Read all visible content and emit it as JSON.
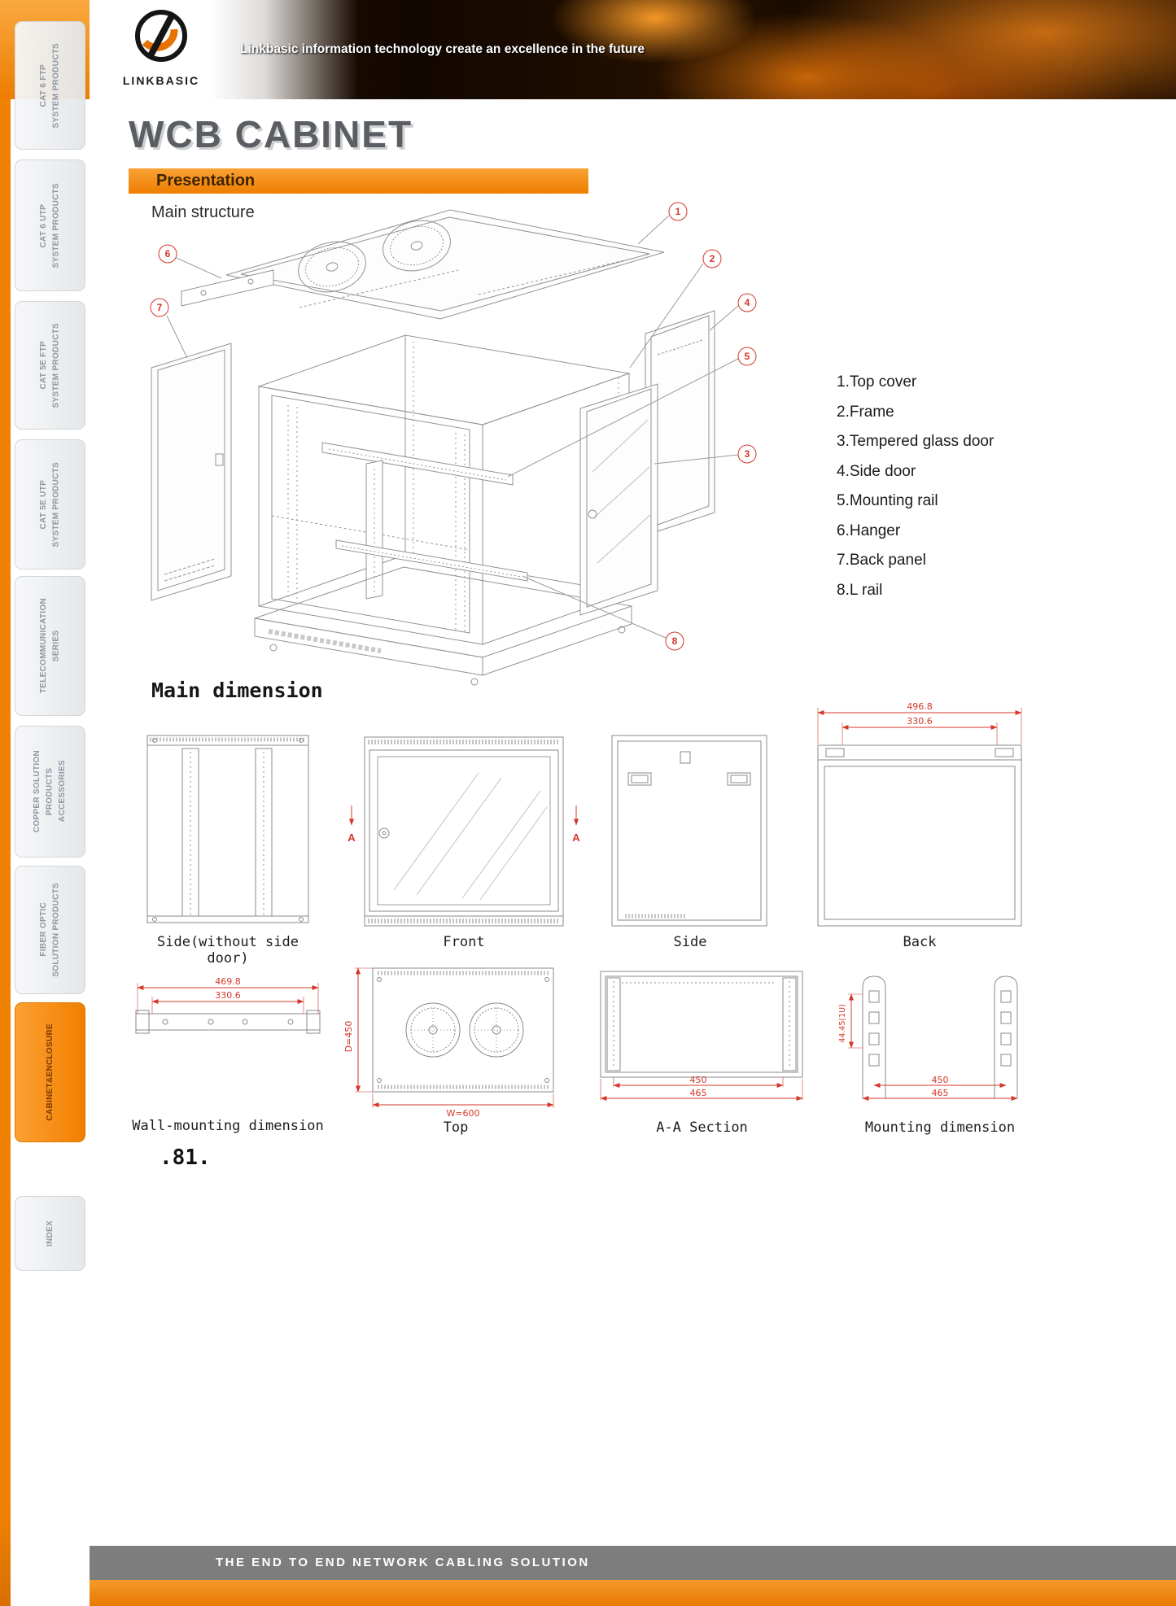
{
  "colors": {
    "orange": "#ef8200",
    "red": "#d4372a"
  },
  "header": {
    "logo_text": "LINKBASIC",
    "tagline": "Linkbasic information technology create an excellence in the future"
  },
  "sidebar": {
    "items": [
      {
        "label": "CAT 6 FTP\nSYSTEM PRODUCTS",
        "active": false
      },
      {
        "label": "CAT 6 UTP\nSYSTEM PRODUCTS",
        "active": false
      },
      {
        "label": "CAT 5E FTP\nSYSTEM PRODUCTS",
        "active": false
      },
      {
        "label": "CAT 5E UTP\nSYSTEM PRODUCTS",
        "active": false
      },
      {
        "label": "TELECOMMUNICATION\nSERIES",
        "active": false
      },
      {
        "label": "COPPER SOLUTION\nPRODUCTS\nACCESSORIES",
        "active": false
      },
      {
        "label": "FIBER OPTIC\nSOLUTION PRODUCTS",
        "active": false
      },
      {
        "label": "CABINET&ENCLOSURE",
        "active": true
      },
      {
        "label": "INDEX",
        "active": false
      }
    ]
  },
  "content": {
    "title": "WCB CABINET",
    "banner": "Presentation",
    "structure_heading": "Main structure",
    "dimension_heading": "Main dimension",
    "page_number": ".81."
  },
  "parts": [
    {
      "num": "1",
      "label": "1.Top cover"
    },
    {
      "num": "2",
      "label": "2.Frame"
    },
    {
      "num": "3",
      "label": "3.Tempered glass door"
    },
    {
      "num": "4",
      "label": "4.Side door"
    },
    {
      "num": "5",
      "label": "5.Mounting rail"
    },
    {
      "num": "6",
      "label": "6.Hanger"
    },
    {
      "num": "7",
      "label": "7.Back panel"
    },
    {
      "num": "8",
      "label": "8.L rail"
    }
  ],
  "drawings": {
    "side_no_door": {
      "label": "Side(without side door)"
    },
    "front": {
      "label": "Front",
      "section_marker": "A"
    },
    "side": {
      "label": "Side"
    },
    "back": {
      "label": "Back",
      "dim_outer": "496.8",
      "dim_inner": "330.6"
    },
    "wall_mount": {
      "label": "Wall-mounting dimension",
      "dim_outer": "469.8",
      "dim_inner": "330.6"
    },
    "top": {
      "label": "Top",
      "dim_depth": "D=450",
      "dim_width": "W=600"
    },
    "aa_section": {
      "label": "A-A Section",
      "dim_inner": "450",
      "dim_outer": "465"
    },
    "mounting": {
      "label": "Mounting dimension",
      "dim_pitch": "44.45(1U)",
      "dim_inner": "450",
      "dim_outer": "465"
    }
  },
  "footer": {
    "text": "THE END TO END NETWORK CABLING SOLUTION"
  }
}
